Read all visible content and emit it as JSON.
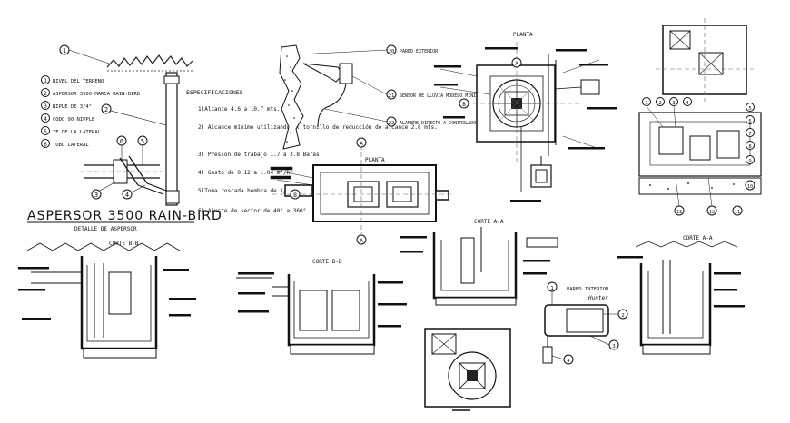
{
  "sprinkler": {
    "title": "ASPERSOR 3500 RAIN-BIRD",
    "subtitle": "DETALLE DE ASPERSOR",
    "legend": [
      {
        "num": "1",
        "text": "NIVEL DEL TERRENO"
      },
      {
        "num": "2",
        "text": "ASPERSOR 3500 MARCA RAIN-BIRD"
      },
      {
        "num": "3",
        "text": "NIPLE DE 3/4\""
      },
      {
        "num": "4",
        "text": "CODO 90 NIPPLE"
      },
      {
        "num": "5",
        "text": "TE DE LA LATERAL"
      },
      {
        "num": "6",
        "text": "TUBO LATERAL"
      }
    ],
    "specs_title": "ESPECIFICACIONES",
    "specs": [
      "1)Alcance 4.6 a 10.7 mts.",
      "2) Alcance mínimo utilizando el tornillo de reducción de alcance 2.8 mts.",
      "3) Presión de trabajo 1.7 a 3.8 Baras.",
      "4) Gasto de 0.12 a 1.04 m³/hr",
      "5)Toma roscada hembra de 1/2\"",
      "6) Ajuste de sector de 40° a 360°"
    ]
  },
  "wall": {
    "labels": [
      {
        "num": "20",
        "text": "PARED EXTERIOR"
      },
      {
        "num": "21",
        "text": "SENSOR DE LLUVIA MODELO MINI CLICK MARCA HUNTER"
      },
      {
        "num": "22",
        "text": "ALAMBRE DIRECTO A CONTROLADOR"
      }
    ]
  },
  "plan_titles": {
    "planta_top": "PLANTA",
    "planta_mid": "PLANTA"
  },
  "section_titles": {
    "corte_bb_left": "CORTE B-B",
    "corte_bb_mid": "CORTE B-B",
    "corte_aa_mid": "CORTE A-A",
    "corte_aa_right": "CORTE A-A"
  },
  "controller": {
    "wall_label": "PARED INTERIOR",
    "brand": "Hunter"
  },
  "callouts": {
    "sprinkler": [
      "1",
      "2",
      "3",
      "4",
      "5",
      "6"
    ],
    "plan_axes": [
      "A",
      "B"
    ],
    "right_detail": [
      "1",
      "2",
      "3",
      "4",
      "5",
      "6",
      "7",
      "8",
      "9",
      "10",
      "11",
      "12",
      "13"
    ],
    "controller": [
      "1",
      "2",
      "3",
      "4"
    ]
  }
}
